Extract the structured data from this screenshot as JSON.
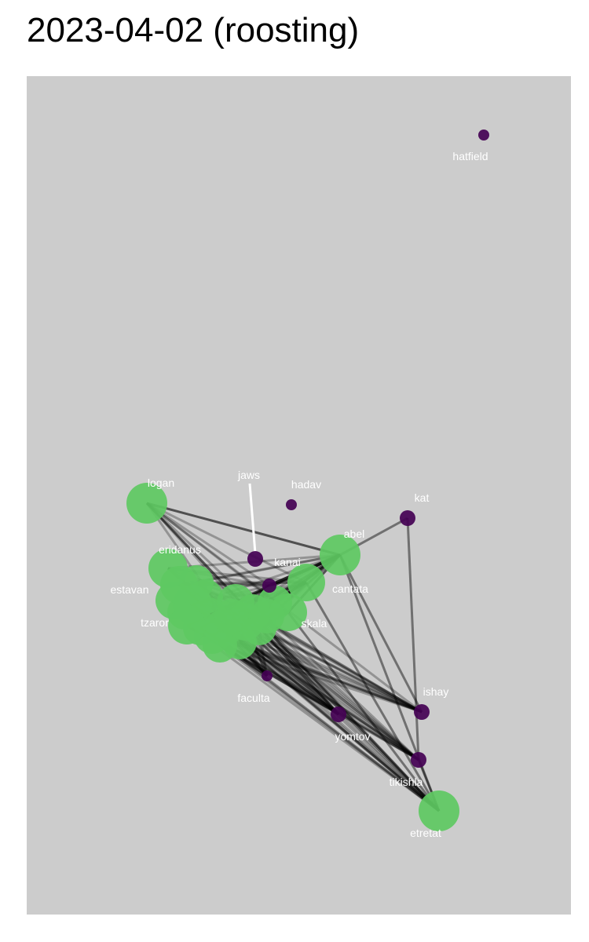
{
  "title": "2023-04-02 (roosting)",
  "colors": {
    "panel_background": "#cccccc",
    "roosting": "#5ec962",
    "other": "#440154",
    "edge": "#000000",
    "label": "#ffffff"
  },
  "nodes": [
    {
      "id": "hatfield",
      "label": "hatfield",
      "group": "other"
    },
    {
      "id": "hadav",
      "label": "hadav",
      "group": "other"
    },
    {
      "id": "jaws",
      "label": "jaws",
      "group": "other"
    },
    {
      "id": "kat",
      "label": "kat",
      "group": "other"
    },
    {
      "id": "kanai",
      "label": "kanai",
      "group": "other"
    },
    {
      "id": "ishay",
      "label": "ishay",
      "group": "other"
    },
    {
      "id": "faculta",
      "label": "faculta",
      "group": "other"
    },
    {
      "id": "yomtov",
      "label": "yomtov",
      "group": "other"
    },
    {
      "id": "tikishla",
      "label": "tikishla",
      "group": "other"
    },
    {
      "id": "logan",
      "label": "logan",
      "group": "roosting"
    },
    {
      "id": "abel",
      "label": "abel",
      "group": "roosting"
    },
    {
      "id": "eridanus",
      "label": "eridanus",
      "group": "roosting"
    },
    {
      "id": "estavan",
      "label": "estavan",
      "group": "roosting"
    },
    {
      "id": "cantata",
      "label": "cantata",
      "group": "roosting"
    },
    {
      "id": "tzaror",
      "label": "tzaror",
      "group": "roosting"
    },
    {
      "id": "skala",
      "label": "skala",
      "group": "roosting"
    },
    {
      "id": "etretat",
      "label": "etretat",
      "group": "roosting"
    }
  ]
}
